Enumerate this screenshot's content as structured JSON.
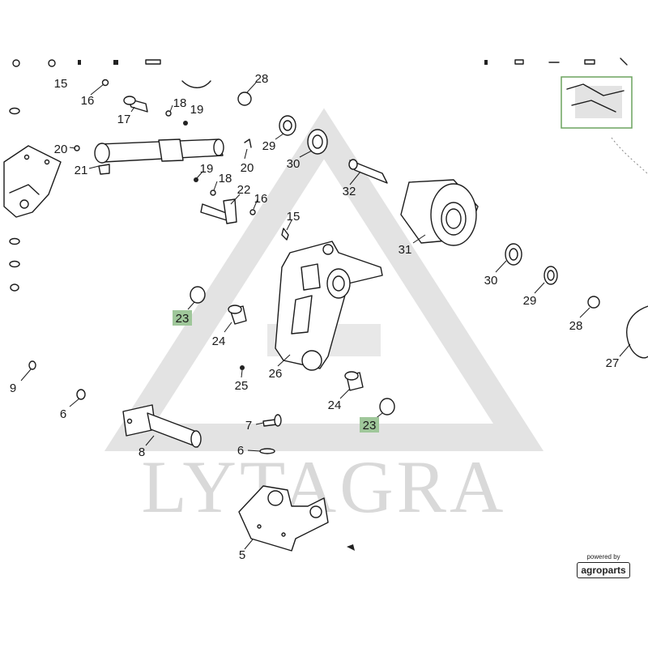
{
  "watermark": {
    "text": "LYTAGRA"
  },
  "badge": {
    "powered_by": "powered by",
    "brand": "agroparts"
  },
  "colors": {
    "highlight": "#9fc79a",
    "watermark": "#d9d9d9",
    "minimap_border": "#6ba35f"
  },
  "callouts": [
    {
      "id": "c15a",
      "label": "15"
    },
    {
      "id": "c16a",
      "label": "16"
    },
    {
      "id": "c17",
      "label": "17"
    },
    {
      "id": "c18a",
      "label": "18"
    },
    {
      "id": "c19a",
      "label": "19"
    },
    {
      "id": "c28a",
      "label": "28"
    },
    {
      "id": "c20a",
      "label": "20"
    },
    {
      "id": "c21",
      "label": "21"
    },
    {
      "id": "c19b",
      "label": "19"
    },
    {
      "id": "c18b",
      "label": "18"
    },
    {
      "id": "c20b",
      "label": "20"
    },
    {
      "id": "c22",
      "label": "22"
    },
    {
      "id": "c16b",
      "label": "16"
    },
    {
      "id": "c29a",
      "label": "29"
    },
    {
      "id": "c30a",
      "label": "30"
    },
    {
      "id": "c32",
      "label": "32"
    },
    {
      "id": "c31",
      "label": "31"
    },
    {
      "id": "c15b",
      "label": "15"
    },
    {
      "id": "c30b",
      "label": "30"
    },
    {
      "id": "c29b",
      "label": "29"
    },
    {
      "id": "c28b",
      "label": "28"
    },
    {
      "id": "c27",
      "label": "27"
    },
    {
      "id": "c23a",
      "label": "23",
      "highlighted": true
    },
    {
      "id": "c24a",
      "label": "24"
    },
    {
      "id": "c26",
      "label": "26"
    },
    {
      "id": "c25",
      "label": "25"
    },
    {
      "id": "c24b",
      "label": "24"
    },
    {
      "id": "c23b",
      "label": "23",
      "highlighted": true
    },
    {
      "id": "c9",
      "label": "9"
    },
    {
      "id": "c6a",
      "label": "6"
    },
    {
      "id": "c7",
      "label": "7"
    },
    {
      "id": "c8",
      "label": "8"
    },
    {
      "id": "c6b",
      "label": "6"
    },
    {
      "id": "c5",
      "label": "5"
    }
  ]
}
